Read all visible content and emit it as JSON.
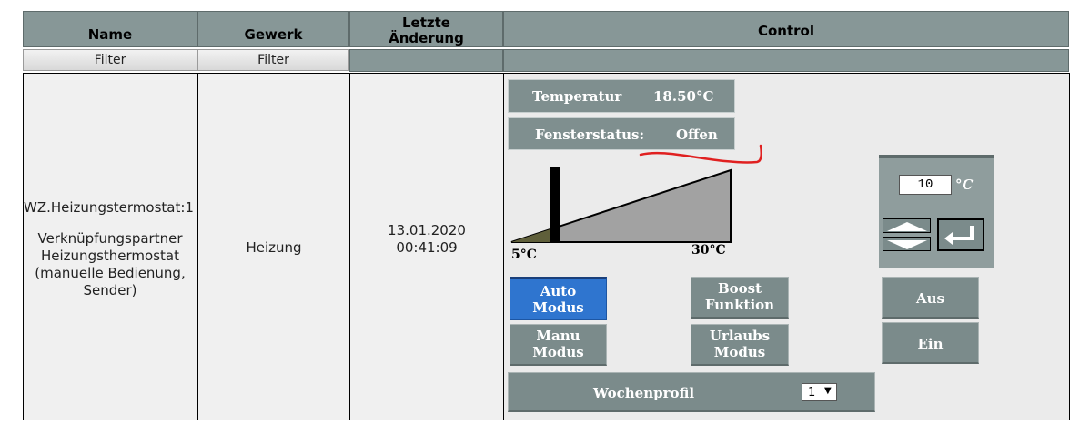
{
  "table": {
    "headers": {
      "name": "Name",
      "gewerk": "Gewerk",
      "letzte_line1": "Letzte",
      "letzte_line2": "Änderung",
      "control": "Control"
    },
    "filters": {
      "name": "Filter",
      "gewerk": "Filter"
    },
    "row": {
      "name_line1": "WZ.Heizungstermostat:1",
      "name_line2": "Verknüpfungspartner",
      "name_line3": "Heizungsthermostat",
      "name_line4": "(manuelle Bedienung,",
      "name_line5": "Sender)",
      "gewerk": "Heizung",
      "date": "13.01.2020",
      "time": "00:41:09"
    }
  },
  "control": {
    "temperature_label": "Temperatur",
    "temperature_value": "18.50°C",
    "window_label": "Fensterstatus:",
    "window_value": "Offen",
    "slider_min": "5°C",
    "slider_max": "30°C",
    "slider_level": 0.2,
    "setpoint_value": "10",
    "setpoint_unit": "°C",
    "buttons": {
      "auto_l1": "Auto",
      "auto_l2": "Modus",
      "boost_l1": "Boost",
      "boost_l2": "Funktion",
      "aus": "Aus",
      "manu_l1": "Manu",
      "manu_l2": "Modus",
      "urlaub_l1": "Urlaubs",
      "urlaub_l2": "Modus",
      "ein": "Ein"
    },
    "weekprofile_label": "Wochenprofil",
    "weekprofile_value": "1"
  },
  "colors": {
    "header_bg": "#879797",
    "button_bg": "#7b8b8b",
    "active_button": "#2f75cf",
    "annotation": "#e02020"
  }
}
